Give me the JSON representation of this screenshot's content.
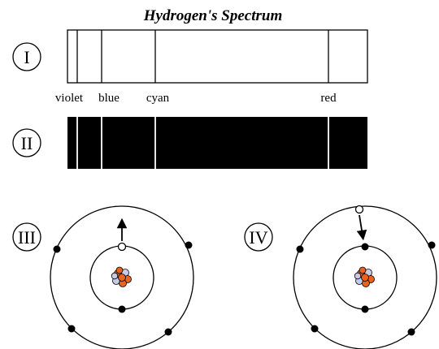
{
  "title": "Hydrogen's Spectrum",
  "panels": {
    "I": "I",
    "II": "II",
    "III": "III",
    "IV": "IV"
  },
  "spectrum": {
    "lines": [
      {
        "label": "violet"
      },
      {
        "label": "blue"
      },
      {
        "label": "cyan"
      },
      {
        "label": "red"
      }
    ]
  },
  "colors": {
    "ink": "#000000",
    "background": "#ffffff",
    "nucleus_proton": "#e8641e",
    "nucleus_neutron": "#c9c9e8"
  }
}
